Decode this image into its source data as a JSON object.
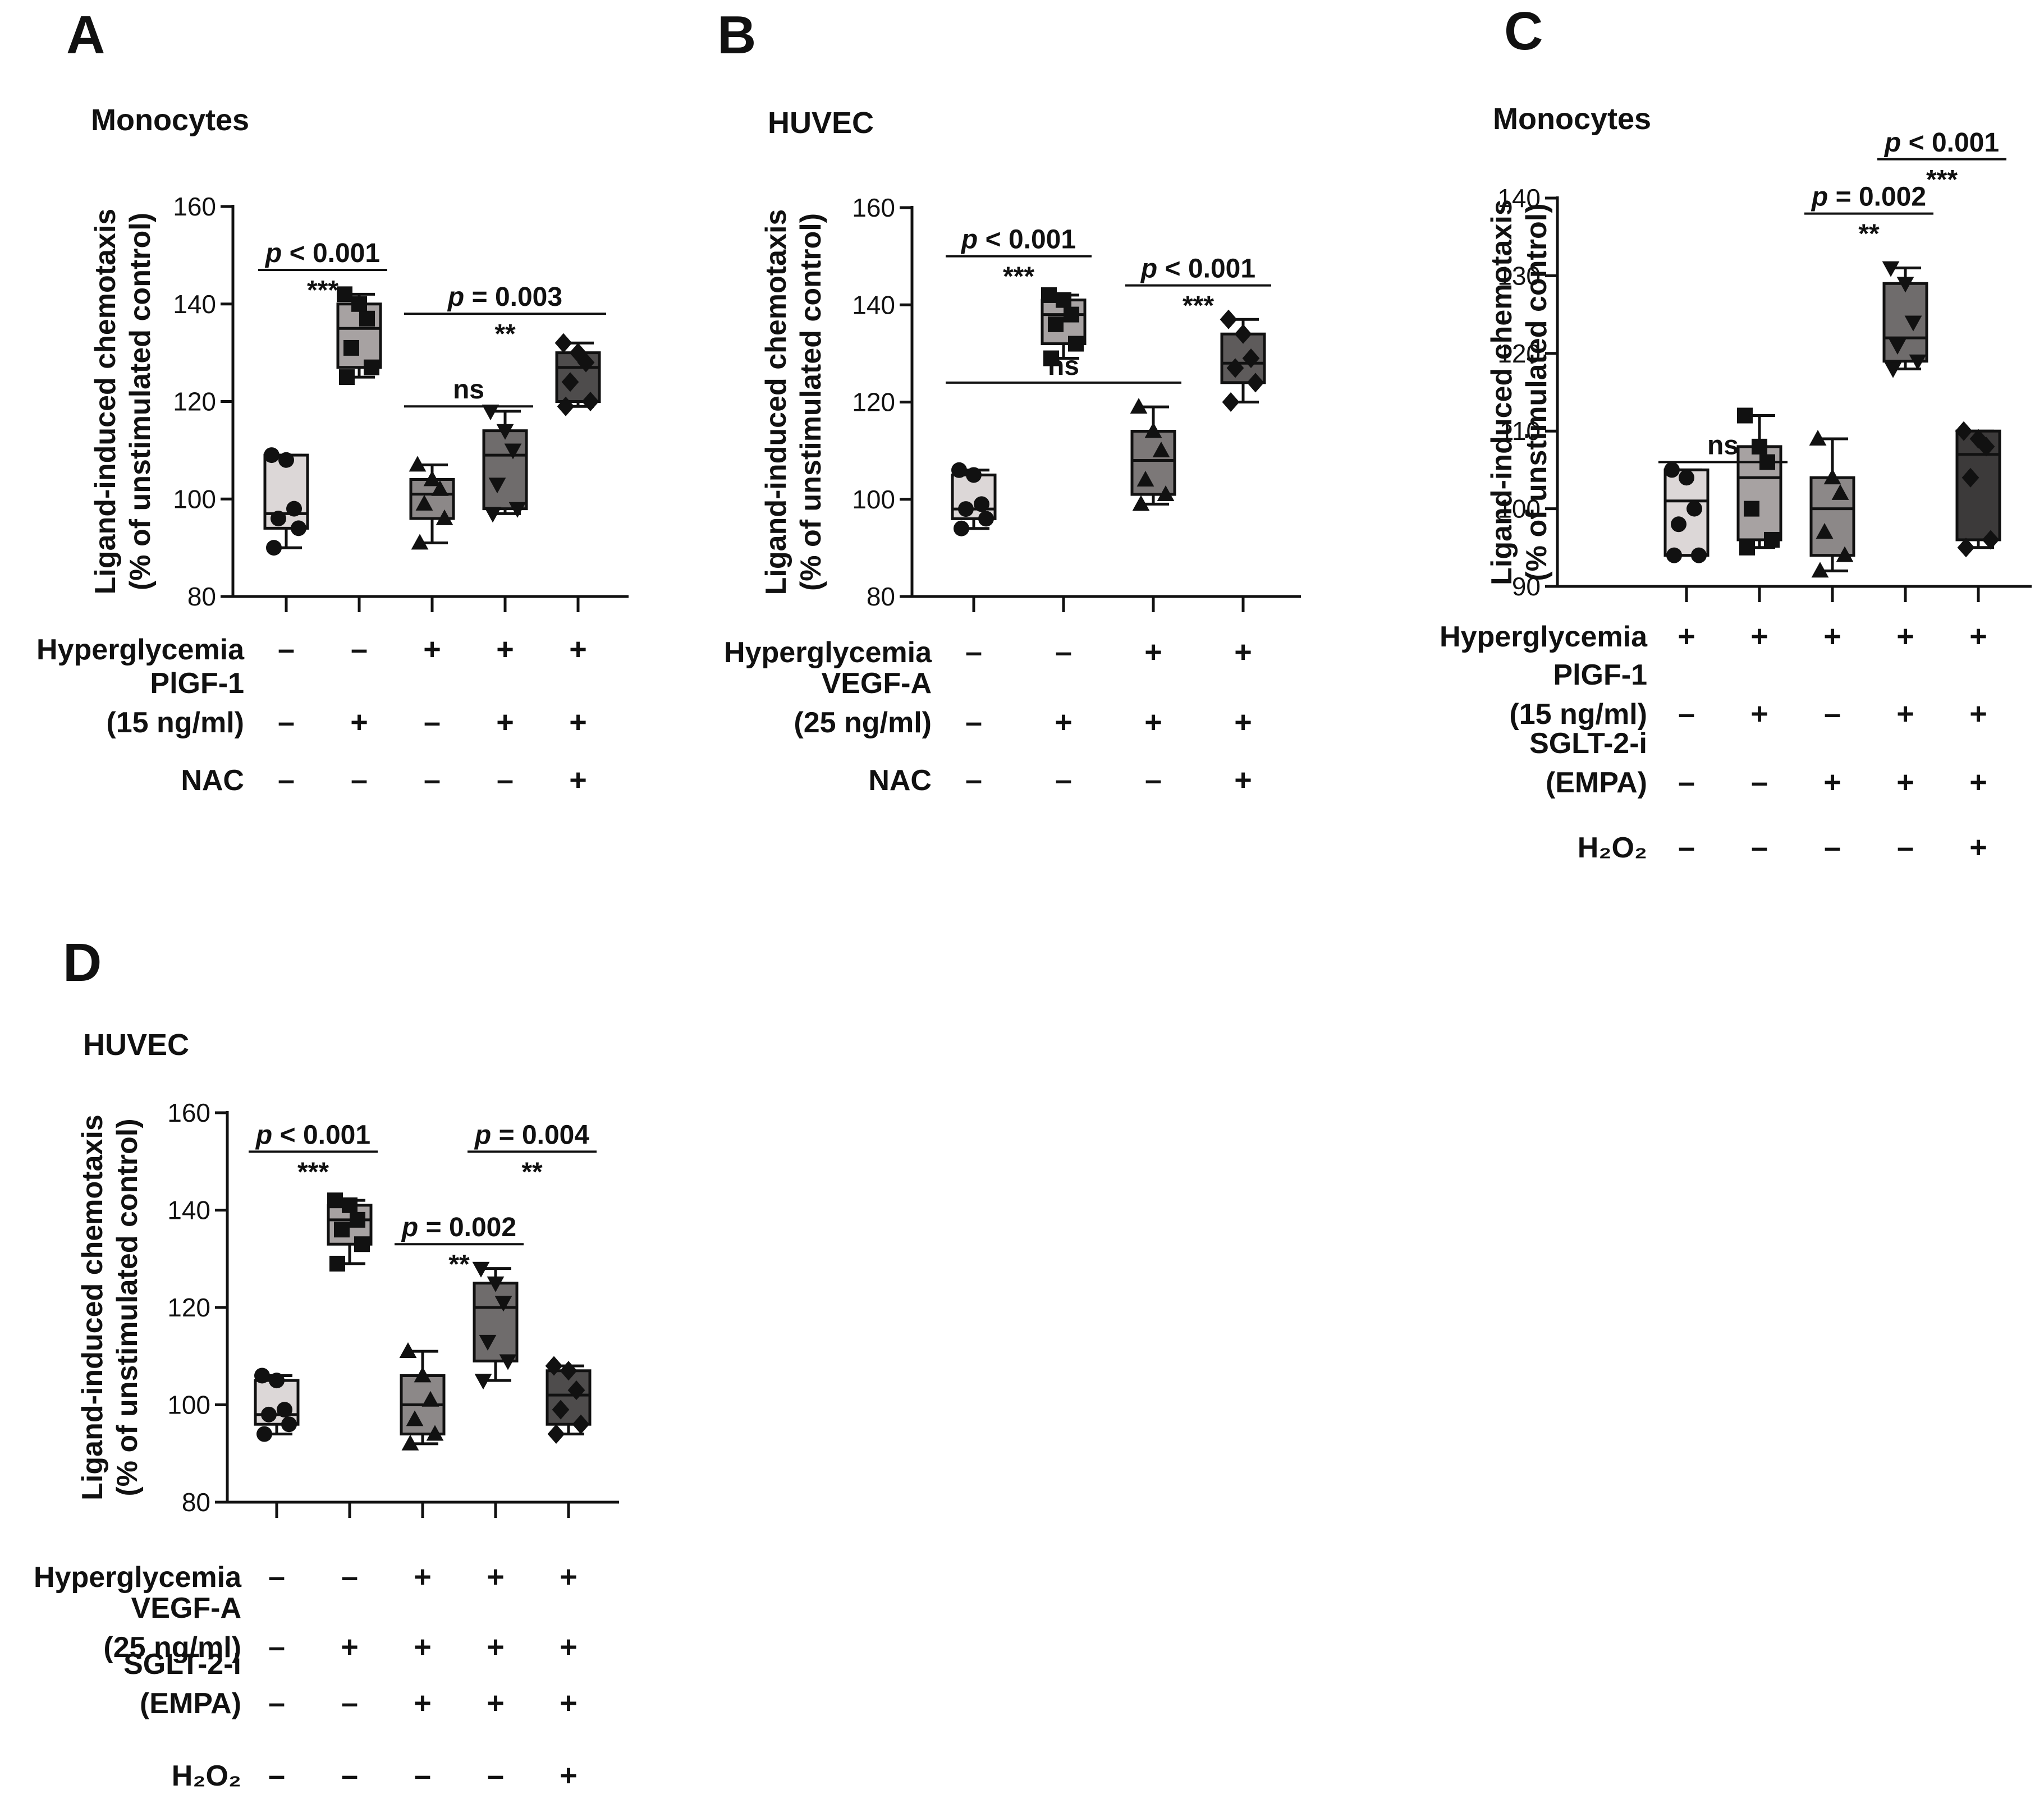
{
  "chart_data": [
    {
      "panel": "A",
      "title": "Monocytes",
      "type": "box",
      "ylabel": [
        "Ligand-induced chemotaxis",
        "(% of unstimulated control)"
      ],
      "ylim": [
        80,
        160
      ],
      "yticks": [
        80,
        100,
        120,
        140,
        160
      ],
      "fills": [
        "#dcd7d7",
        "#a7a2a2",
        "#8c8888",
        "#6f6c6c",
        "#4e4c4c"
      ],
      "markers": [
        "circle",
        "square",
        "triangle",
        "triangle-down",
        "diamond"
      ],
      "groups": [
        {
          "min": 90,
          "q1": 94,
          "median": 97,
          "q3": 109,
          "max": 109,
          "points": [
            90,
            94,
            96,
            98,
            108,
            109
          ]
        },
        {
          "min": 125,
          "q1": 127,
          "median": 135,
          "q3": 140,
          "max": 142,
          "points": [
            125,
            127,
            131,
            137,
            140,
            142
          ]
        },
        {
          "min": 91,
          "q1": 96,
          "median": 101,
          "q3": 104,
          "max": 107,
          "points": [
            91,
            96,
            99,
            102,
            104,
            107
          ]
        },
        {
          "min": 97,
          "q1": 98,
          "median": 109,
          "q3": 114,
          "max": 118,
          "points": [
            97,
            98,
            103,
            110,
            114,
            118
          ]
        },
        {
          "min": 119,
          "q1": 120,
          "median": 127,
          "q3": 130,
          "max": 132,
          "points": [
            119,
            120,
            124,
            128,
            130,
            132
          ]
        }
      ],
      "conditions": [
        {
          "label": [
            "Hyperglycemia"
          ],
          "signs": [
            "–",
            "–",
            "+",
            "+",
            "+"
          ]
        },
        {
          "label": [
            "PlGF-1",
            "(15 ng/ml)"
          ],
          "signs": [
            "–",
            "+",
            "–",
            "+",
            "+"
          ]
        },
        {
          "label": [
            "NAC"
          ],
          "signs": [
            "–",
            "–",
            "–",
            "–",
            "+"
          ]
        }
      ],
      "comparisons": [
        {
          "from": 0,
          "to": 1,
          "p_label": "p",
          "p_rest": " < 0.001",
          "stars": "***",
          "y": 147
        },
        {
          "from": 2,
          "to": 3,
          "p_label": "",
          "p_rest": "",
          "stars": "ns",
          "y": 119
        },
        {
          "from": 2,
          "to": 4,
          "p_label": "p",
          "p_rest": " = 0.003",
          "stars": "**",
          "y": 138
        }
      ]
    },
    {
      "panel": "B",
      "title": "HUVEC",
      "type": "box",
      "ylabel": [
        "Ligand-induced chemotaxis",
        "(% of unstimulated control)"
      ],
      "ylim": [
        80,
        160
      ],
      "yticks": [
        80,
        100,
        120,
        140,
        160
      ],
      "fills": [
        "#dcd7d7",
        "#a7a2a2",
        "#7c7878",
        "#5e5b5b"
      ],
      "markers": [
        "circle",
        "square",
        "triangle",
        "diamond"
      ],
      "groups": [
        {
          "min": 94,
          "q1": 96,
          "median": 98,
          "q3": 105,
          "max": 106,
          "points": [
            94,
            96,
            98,
            99,
            105,
            106
          ]
        },
        {
          "min": 129,
          "q1": 132,
          "median": 138,
          "q3": 141,
          "max": 142,
          "points": [
            129,
            132,
            136,
            138,
            141,
            142
          ]
        },
        {
          "min": 99,
          "q1": 101,
          "median": 108,
          "q3": 114,
          "max": 119,
          "points": [
            99,
            101,
            104,
            110,
            114,
            119
          ]
        },
        {
          "min": 120,
          "q1": 124,
          "median": 128,
          "q3": 134,
          "max": 137,
          "points": [
            120,
            124,
            127,
            129,
            134,
            137
          ]
        }
      ],
      "conditions": [
        {
          "label": [
            "Hyperglycemia"
          ],
          "signs": [
            "–",
            "–",
            "+",
            "+"
          ]
        },
        {
          "label": [
            "VEGF-A",
            "(25 ng/ml)"
          ],
          "signs": [
            "–",
            "+",
            "+",
            "+"
          ]
        },
        {
          "label": [
            "NAC"
          ],
          "signs": [
            "–",
            "–",
            "–",
            "+"
          ]
        }
      ],
      "comparisons": [
        {
          "from": 0,
          "to": 1,
          "p_label": "p",
          "p_rest": " < 0.001",
          "stars": "***",
          "y": 150
        },
        {
          "from": 2,
          "to": 3,
          "p_label": "p",
          "p_rest": " < 0.001",
          "stars": "***",
          "y": 144
        },
        {
          "from": 0,
          "to": 2,
          "p_label": "",
          "p_rest": "",
          "stars": "ns",
          "y": 124
        }
      ]
    },
    {
      "panel": "C",
      "title": "Monocytes",
      "type": "box",
      "ylabel": [
        "Ligand-induced chemotaxis",
        "(% of unstimulated control)"
      ],
      "ylim": [
        90,
        140
      ],
      "yticks": [
        90,
        100,
        110,
        120,
        130,
        140
      ],
      "fills": [
        "#dcd7d7",
        "#a7a2a2",
        "#8c8888",
        "#6f6c6c",
        "#3c3a3a"
      ],
      "markers": [
        "circle",
        "square",
        "triangle",
        "triangle-down",
        "diamond"
      ],
      "groups": [
        {
          "min": 94,
          "q1": 94,
          "median": 101,
          "q3": 105,
          "max": 105,
          "points": [
            94,
            94,
            98,
            100,
            104,
            105
          ]
        },
        {
          "min": 95,
          "q1": 96,
          "median": 104,
          "q3": 108,
          "max": 112,
          "points": [
            95,
            96,
            100,
            106,
            108,
            112
          ]
        },
        {
          "min": 92,
          "q1": 94,
          "median": 100,
          "q3": 104,
          "max": 109,
          "points": [
            92,
            94,
            97,
            102,
            104,
            109
          ]
        },
        {
          "min": 118,
          "q1": 119,
          "median": 122,
          "q3": 129,
          "max": 131,
          "points": [
            118,
            119,
            121,
            124,
            129,
            131
          ]
        },
        {
          "min": 95,
          "q1": 96,
          "median": 107,
          "q3": 110,
          "max": 110,
          "points": [
            95,
            96,
            104,
            108,
            109,
            110
          ]
        }
      ],
      "conditions": [
        {
          "label": [
            "Hyperglycemia"
          ],
          "signs": [
            "+",
            "+",
            "+",
            "+",
            "+"
          ]
        },
        {
          "label": [
            "PlGF-1",
            "(15 ng/ml)"
          ],
          "signs": [
            "–",
            "+",
            "–",
            "+",
            "+"
          ]
        },
        {
          "label": [
            "SGLT-2-i",
            "(EMPA)"
          ],
          "signs": [
            "–",
            "–",
            "+",
            "+",
            "+"
          ]
        },
        {
          "label": [
            "H₂O₂"
          ],
          "signs": [
            "–",
            "–",
            "–",
            "–",
            "+"
          ]
        }
      ],
      "comparisons": [
        {
          "from": 0,
          "to": 1,
          "p_label": "",
          "p_rest": "",
          "stars": "ns",
          "y": 106
        },
        {
          "from": 2,
          "to": 3,
          "p_label": "p",
          "p_rest": " = 0.002",
          "stars": "**",
          "y": 138
        },
        {
          "from": 3,
          "to": 4,
          "p_label": "p",
          "p_rest": " < 0.001",
          "stars": "***",
          "y": 145
        }
      ]
    },
    {
      "panel": "D",
      "title": "HUVEC",
      "type": "box",
      "ylabel": [
        "Ligand-induced chemotaxis",
        "(% of unstimulated control)"
      ],
      "ylim": [
        80,
        160
      ],
      "yticks": [
        80,
        100,
        120,
        140,
        160
      ],
      "fills": [
        "#dcd7d7",
        "#a7a2a2",
        "#8c8888",
        "#6f6c6c",
        "#4e4c4c"
      ],
      "markers": [
        "circle",
        "square",
        "triangle",
        "triangle-down",
        "diamond"
      ],
      "groups": [
        {
          "min": 94,
          "q1": 96,
          "median": 98,
          "q3": 105,
          "max": 106,
          "points": [
            94,
            96,
            98,
            99,
            105,
            106
          ]
        },
        {
          "min": 129,
          "q1": 133,
          "median": 138,
          "q3": 141,
          "max": 142,
          "points": [
            129,
            133,
            136,
            138,
            141,
            142
          ]
        },
        {
          "min": 92,
          "q1": 94,
          "median": 100,
          "q3": 106,
          "max": 111,
          "points": [
            92,
            94,
            97,
            101,
            106,
            111
          ]
        },
        {
          "min": 105,
          "q1": 109,
          "median": 120,
          "q3": 125,
          "max": 128,
          "points": [
            105,
            109,
            113,
            121,
            125,
            128
          ]
        },
        {
          "min": 94,
          "q1": 96,
          "median": 102,
          "q3": 107,
          "max": 108,
          "points": [
            94,
            96,
            99,
            103,
            107,
            108
          ]
        }
      ],
      "conditions": [
        {
          "label": [
            "Hyperglycemia"
          ],
          "signs": [
            "–",
            "–",
            "+",
            "+",
            "+"
          ]
        },
        {
          "label": [
            "VEGF-A",
            "(25 ng/ml)"
          ],
          "signs": [
            "–",
            "+",
            "+",
            "+",
            "+"
          ]
        },
        {
          "label": [
            "SGLT-2-i",
            "(EMPA)"
          ],
          "signs": [
            "–",
            "–",
            "+",
            "+",
            "+"
          ]
        },
        {
          "label": [
            "H₂O₂"
          ],
          "signs": [
            "–",
            "–",
            "–",
            "–",
            "+"
          ]
        }
      ],
      "comparisons": [
        {
          "from": 0,
          "to": 1,
          "p_label": "p",
          "p_rest": " < 0.001",
          "stars": "***",
          "y": 152
        },
        {
          "from": 2,
          "to": 3,
          "p_label": "p",
          "p_rest": " = 0.002",
          "stars": "**",
          "y": 133
        },
        {
          "from": 3,
          "to": 4,
          "p_label": "p",
          "p_rest": " = 0.004",
          "stars": "**",
          "y": 152
        }
      ]
    }
  ]
}
